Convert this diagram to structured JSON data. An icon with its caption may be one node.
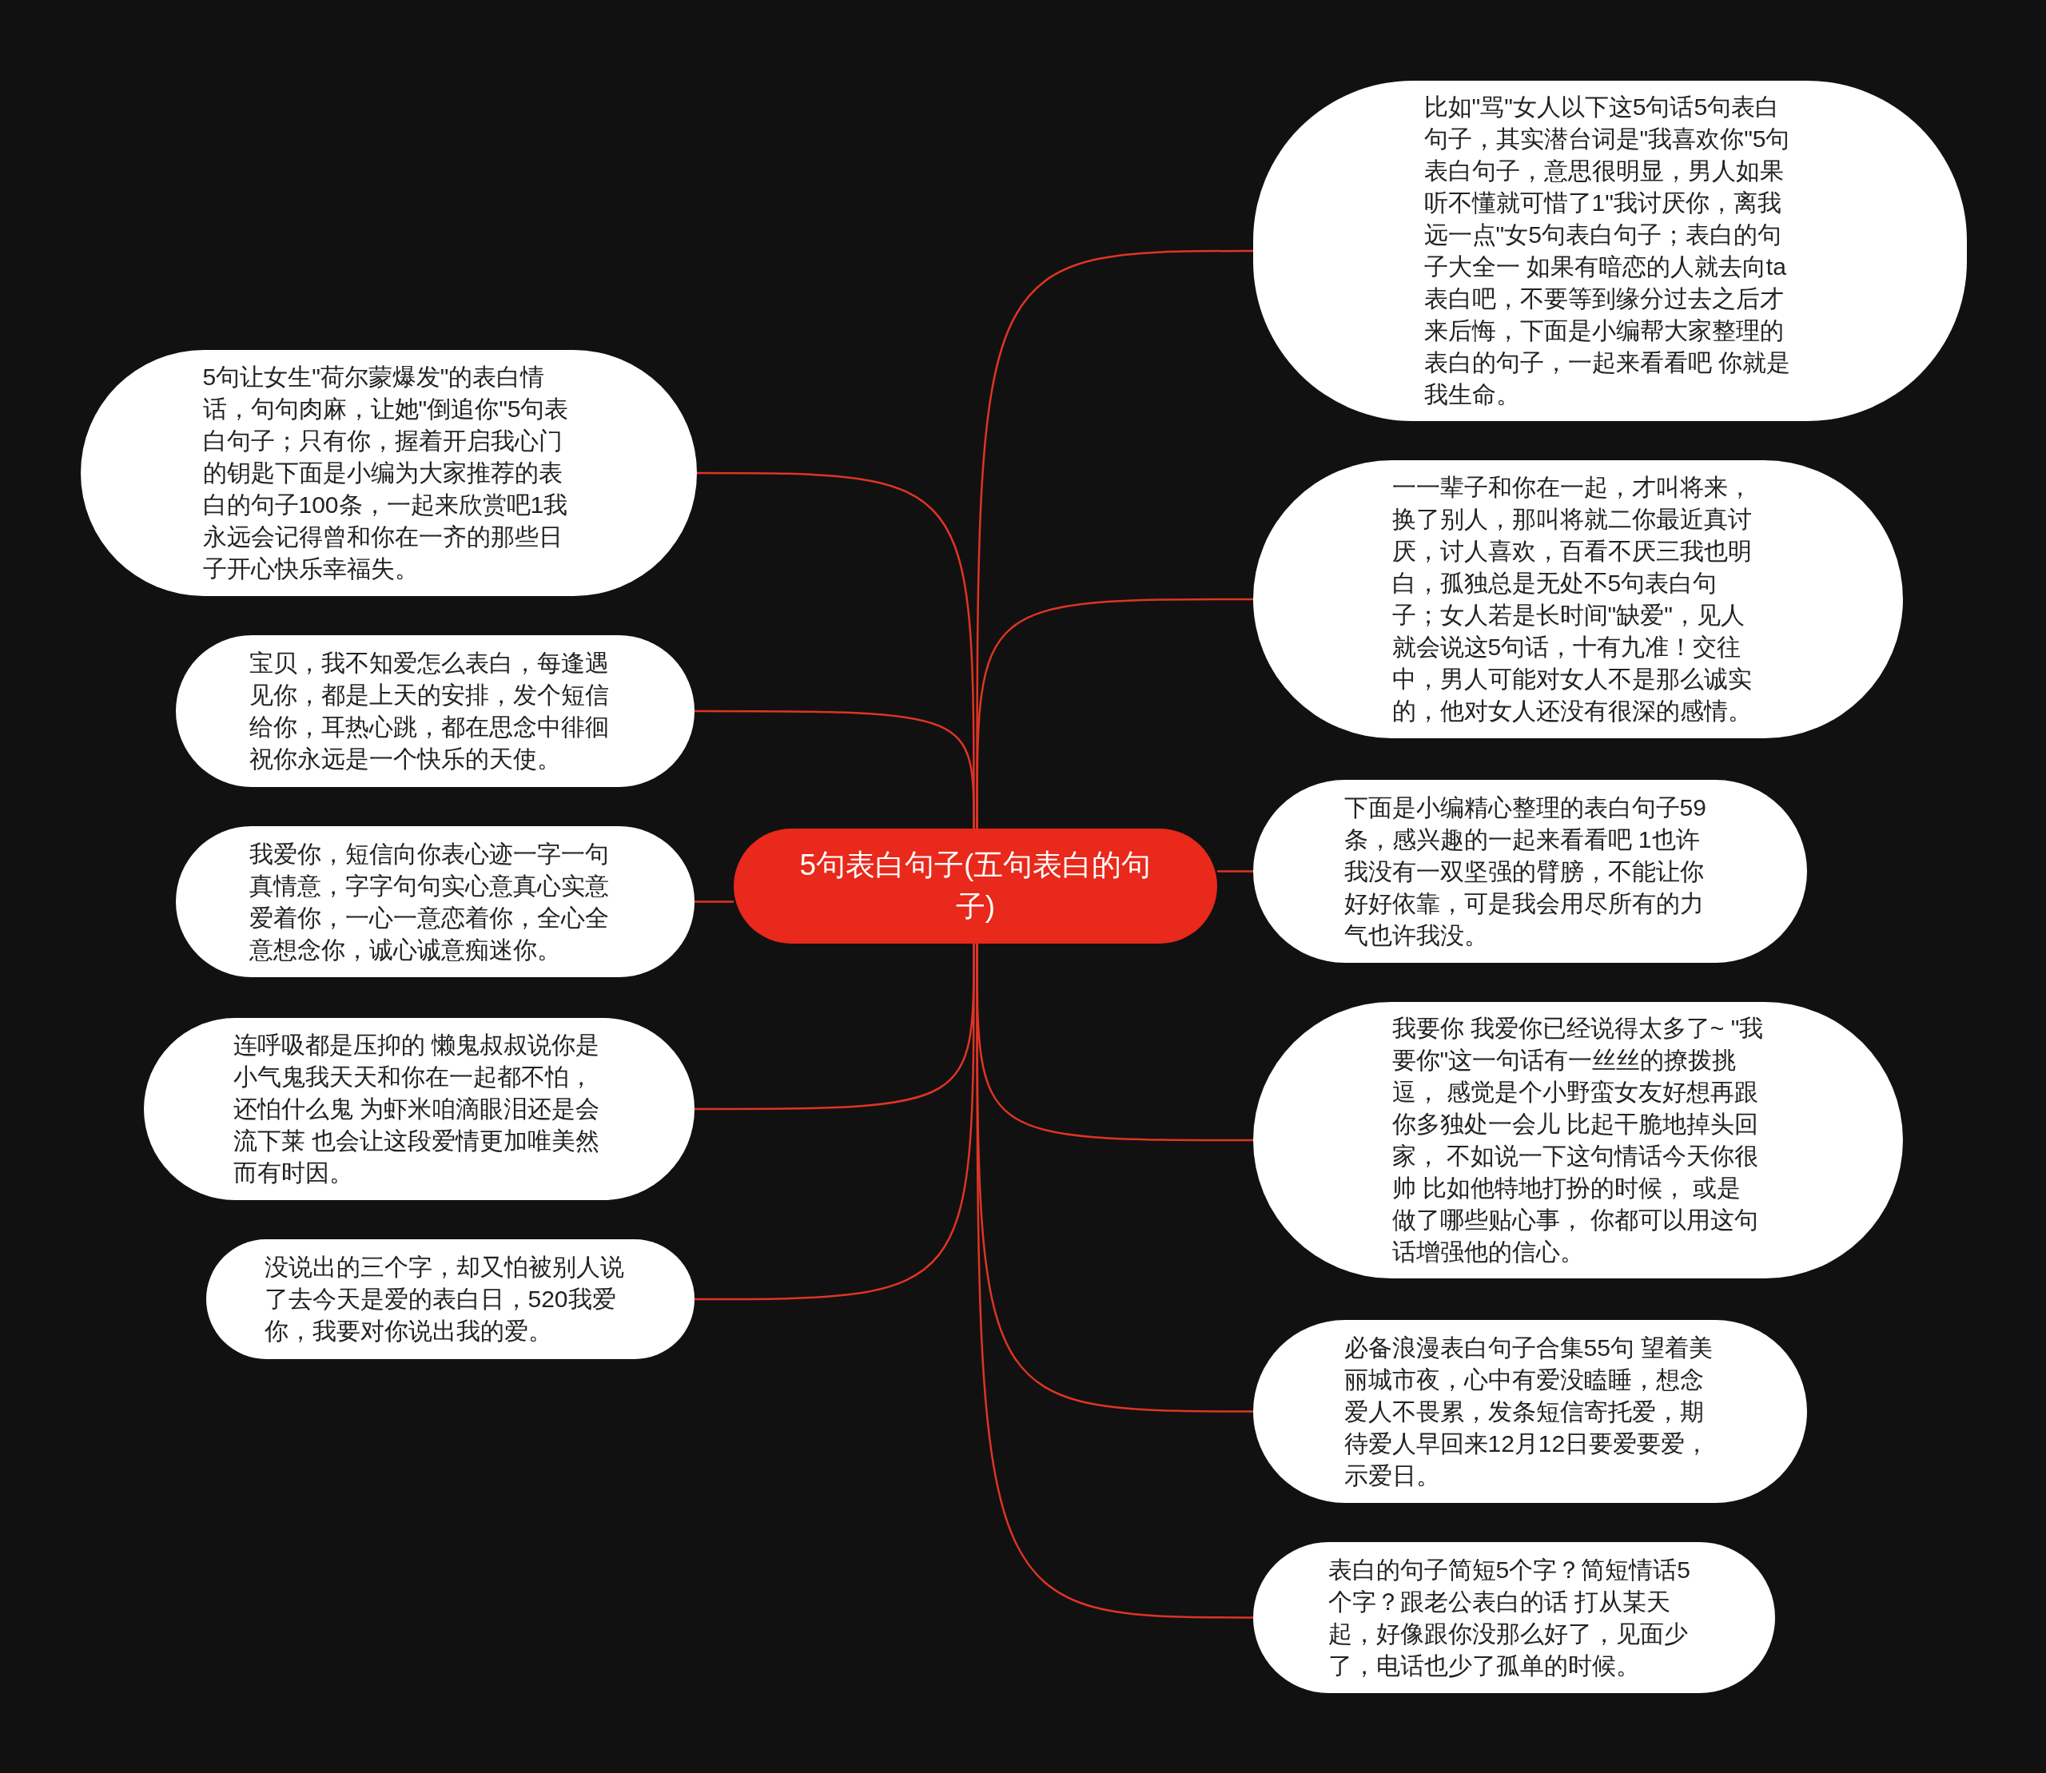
{
  "diagram": {
    "nodes": [
      {
        "text": [
          "5句表白句子(五句表白的句子)"
        ]
      },
      {
        "text": [
          "5句让女生\"荷尔蒙爆发\"的表白情话，句句肉麻，让她\"倒追你\"5句表白句子；只有你，握着开启我心门的钥匙下面是小编为大家推荐的表白的句子100条，一起来欣赏吧1我永远会记得曾和你在一齐的那些日子开心快乐幸福失。"
        ]
      },
      {
        "text": [
          "宝贝，我不知爱怎么表白，每逢遇见你，都是上天的安排，发个短信给你，耳热心跳，都在思念中徘徊祝你永远是一个快乐的天使。"
        ]
      },
      {
        "text": [
          "我爱你，短信向你表心迹一字一句真情意，字字句句实心意真心实意爱着你，一心一意恋着你，全心全意想念你，诚心诚意痴迷你。"
        ]
      },
      {
        "text": [
          "连呼吸都是压抑的 懒鬼叔叔说你是小气鬼我天天和你在一起都不怕，还怕什么鬼 为虾米咱滴眼泪还是会流下莱 也会让这段爱情更加唯美然而有时因。"
        ]
      },
      {
        "text": [
          "没说出的三个字，却又怕被别人说了去今天是爱的表白日，520我爱你，我要对你说出我的爱。"
        ]
      },
      {
        "text": [
          "比如\"骂\"女人以下这5句话5句表白句子，其实潜台词是\"我喜欢你\"5句表白句子，意思很明显，男人如果听不懂就可惜了1\"我讨厌你，离我远一点\"女5句表白句子；表白的句子大全一 如果有暗恋的人就去向ta表白吧，不要等到缘分过去之后才来后悔，下面是小编帮大家整理的表白的句子，一起来看看吧 你就是我生命。"
        ]
      },
      {
        "text": [
          "一一辈子和你在一起，才叫将来，换了别人，那叫将就二你最近真讨厌，讨人喜欢，百看不厌三我也明白，孤独总是无处不5句表白句子；女人若是长时间\"缺爱\"，见人就会说这5句话，十有九准！交往中，男人可能对女人不是那么诚实的，他对女人还没有很深的感情。"
        ]
      },
      {
        "text": [
          "下面是小编精心整理的表白句子59条，感兴趣的一起来看看吧 1也许我没有一双坚强的臂膀，不能让你好好依靠，可是我会用尽所有的力气也许我没。"
        ]
      },
      {
        "text": [
          "我要你 我爱你已经说得太多了~ \"我要你\"这一句话有一丝丝的撩拨挑逗， 感觉是个小野蛮女友好想再跟你多独处一会儿 比起干脆地掉头回家， 不如说一下这句情话今天你很帅 比如他特地打扮的时候， 或是做了哪些贴心事， 你都可以用这句话增强他的信心。"
        ]
      },
      {
        "text": [
          "必备浪漫表白句子合集55句 望着美丽城市夜，心中有爱没瞌睡，想念爱人不畏累，发条短信寄托爱，期待爱人早回来12月12日要爱要爱，示爱日。"
        ]
      },
      {
        "text": [
          "表白的句子简短5个字？简短情话5个字？跟老公表白的话 打从某天起，好像跟你没那么好了，见面少了，电话也少了孤单的时候。"
        ]
      }
    ],
    "edges": [
      {
        "from": 0,
        "to": 1,
        "arrow": "none"
      },
      {
        "from": 0,
        "to": 2,
        "arrow": "none"
      },
      {
        "from": 0,
        "to": 3,
        "arrow": "none"
      },
      {
        "from": 0,
        "to": 4,
        "arrow": "none"
      },
      {
        "from": 0,
        "to": 5,
        "arrow": "none"
      },
      {
        "from": 0,
        "to": 6,
        "arrow": "none"
      },
      {
        "from": 0,
        "to": 7,
        "arrow": "none"
      },
      {
        "from": 0,
        "to": 8,
        "arrow": "none"
      },
      {
        "from": 0,
        "to": 9,
        "arrow": "none"
      },
      {
        "from": 0,
        "to": 10,
        "arrow": "none"
      },
      {
        "from": 0,
        "to": 11,
        "arrow": "none"
      }
    ]
  }
}
